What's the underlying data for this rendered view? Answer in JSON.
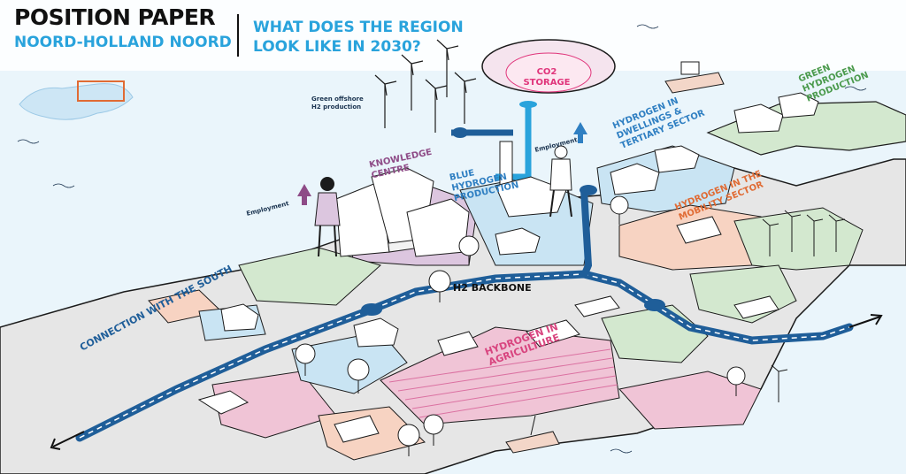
{
  "header": {
    "title": "POSITION PAPER",
    "subtitle": "NOORD-HOLLAND NOORD",
    "question_line1": "WHAT DOES THE REGION",
    "question_line2": "LOOK LIKE IN 2030?"
  },
  "labels": {
    "green_offshore_line1": "Green offshore",
    "green_offshore_line2": "H2 production",
    "co2_storage_line1": "CO2",
    "co2_storage_line2": "STORAGE",
    "knowledge_line1": "KNOWLEDGE",
    "knowledge_line2": "CENTRE",
    "blue_h2_line1": "BLUE",
    "blue_h2_line2": "HYDROGEN",
    "blue_h2_line3": "PRODUCTION",
    "dwellings_line1": "HYDROGEN IN",
    "dwellings_line2": "DWELLINGS &",
    "dwellings_line3": "TERTIARY SECTOR",
    "green_h2_line1": "GREEN",
    "green_h2_line2": "HYDROGEN",
    "green_h2_line3": "PRODUCTION",
    "mobility_line1": "HYDROGEN IN THE",
    "mobility_line2": "MOBILITY SECTOR",
    "employment_left": "Employment",
    "employment_right": "Employment",
    "h2_backbone": "H2 BACKBONE",
    "agriculture_line1": "HYDROGEN IN",
    "agriculture_line2": "AGRICULTURE",
    "connection_south": "CONNECTION WITH THE SOUTH"
  },
  "colors": {
    "brand_blue": "#29a3dc",
    "pipeline_blue": "#1f5e99",
    "zone_green": "#cfe6c9",
    "zone_pink": "#f0c4d6",
    "zone_purple": "#d9c3dd",
    "zone_lightblue": "#c7e3f3",
    "zone_orange": "#f7d3c2",
    "ground_grey": "#e4e4e4",
    "water": "#e8f4fb"
  },
  "icons": [
    "wind-turbine-icon",
    "ship-icon",
    "person-icon",
    "tree-icon",
    "truck-icon",
    "tractor-icon",
    "arrow-up-icon",
    "map-icon"
  ]
}
